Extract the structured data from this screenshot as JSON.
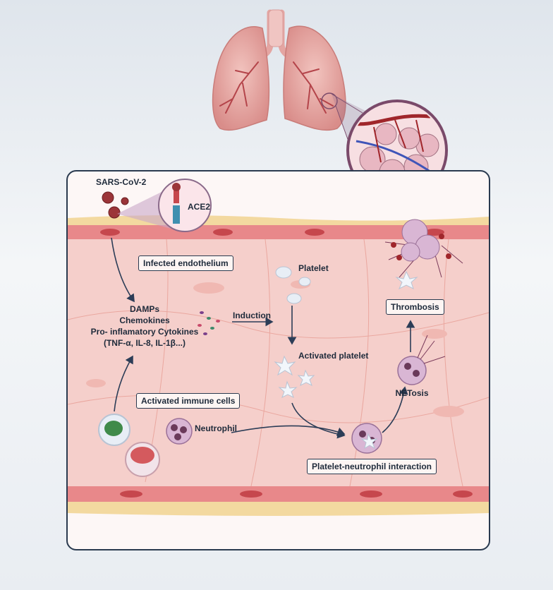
{
  "labels": {
    "virus": "SARS-CoV-2",
    "receptor": "ACE2",
    "infected_endothelium": "Infected endothelium",
    "damps": "DAMPs",
    "chemokines": "Chemokines",
    "cytokines": "Pro- inflamatory Cytokines",
    "cytokine_list": "(TNF-α, IL-8, IL-1β...)",
    "induction": "Induction",
    "platelet": "Platelet",
    "activated_platelet": "Activated platelet",
    "activated_immune_cells": "Activated immune cells",
    "neutrophil": "Neutrophil",
    "platelet_neutrophil_interaction": "Platelet-neutrophil interaction",
    "netosis": "NETosis",
    "thrombosis": "Thrombosis"
  },
  "colors": {
    "frame": "#2a3a4f",
    "vessel_wall": "#e8888a",
    "tissue": "#f5cfcb",
    "fat_layer": "#f3d9a0",
    "lung": "#e6a9a6",
    "arrow": "#2c3d57"
  }
}
